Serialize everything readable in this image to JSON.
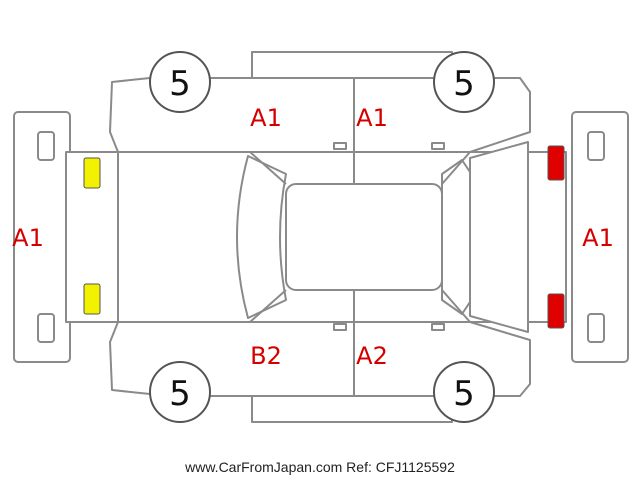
{
  "colors": {
    "label": "#d40000",
    "front_light": "#f2f200",
    "rear_light": "#e00000",
    "outline": "#8a8a8a"
  },
  "labels": {
    "front_bumper": "A1",
    "rear_bumper": "A1",
    "top_left_door": "A1",
    "top_right_door": "A1",
    "bottom_left_door": "B2",
    "bottom_right_door": "A2"
  },
  "tires": {
    "top_left": "5",
    "top_right": "5",
    "bottom_left": "5",
    "bottom_right": "5"
  },
  "footer": "www.CarFromJapan.com Ref: CFJ1125592"
}
